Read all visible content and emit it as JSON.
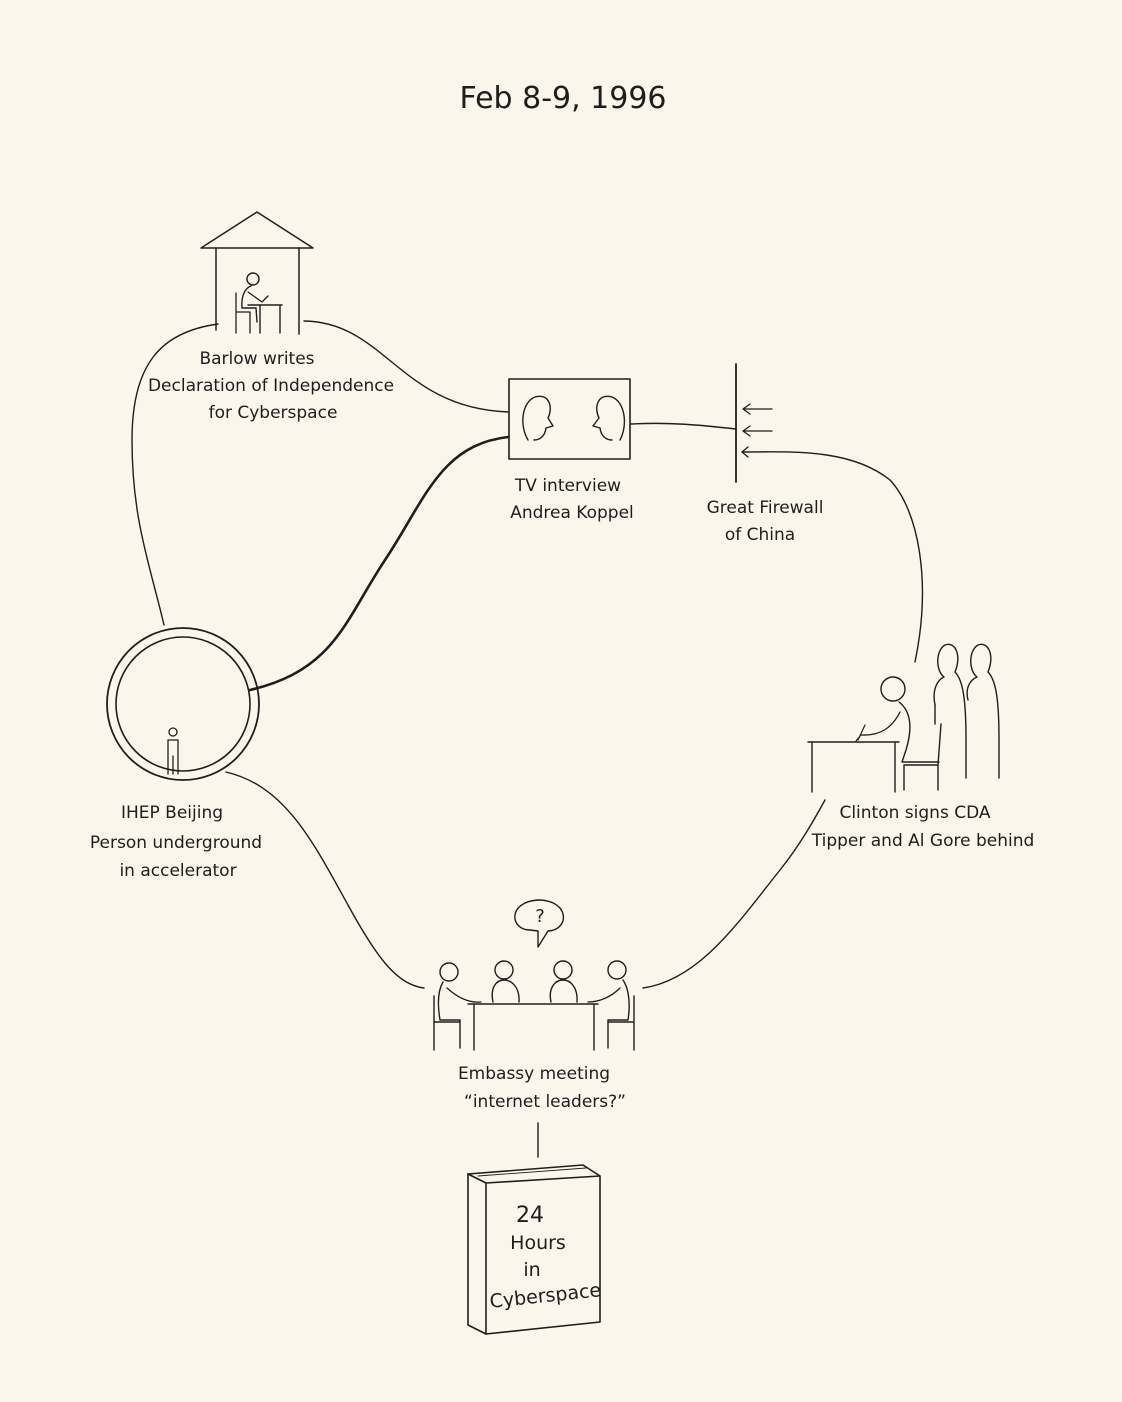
{
  "title": "Feb 8-9, 1996",
  "colors": {
    "paper": "#faf6ec",
    "ink": "#1e1e1e"
  },
  "nodes": {
    "barlow": {
      "icon": "house-writer-icon",
      "lines": [
        "Barlow writes",
        "Declaration of Independence",
        "for Cyberspace"
      ]
    },
    "tv": {
      "icon": "tv-interview-icon",
      "lines": [
        "TV interview",
        "Andrea Koppel"
      ]
    },
    "firewall": {
      "icon": "firewall-icon",
      "lines": [
        "Great Firewall",
        "of China"
      ]
    },
    "clinton": {
      "icon": "signing-figures-icon",
      "lines": [
        "Clinton signs CDA",
        "Tipper and Al Gore behind"
      ]
    },
    "embassy": {
      "icon": "meeting-table-icon",
      "bubble": "?",
      "lines": [
        "Embassy meeting",
        "“internet leaders?”"
      ]
    },
    "ihep": {
      "icon": "accelerator-ring-icon",
      "lines": [
        "IHEP Beijing",
        "Person underground",
        "in accelerator"
      ]
    },
    "book": {
      "icon": "book-icon",
      "lines": [
        "24",
        "Hours",
        "in",
        "Cyberspace"
      ]
    }
  }
}
